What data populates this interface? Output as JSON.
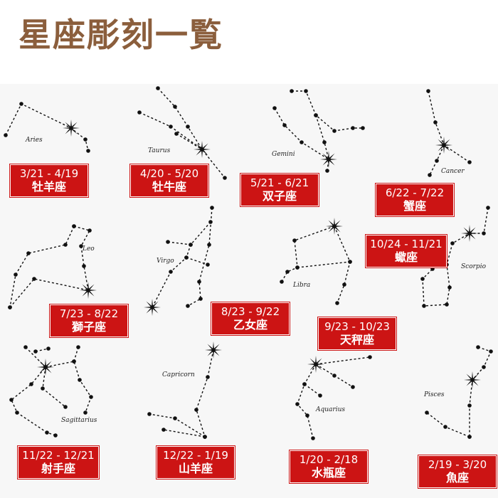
{
  "title": "星座彫刻一覧",
  "colors": {
    "title": "#8b5e3c",
    "label_bg": "#cc1414",
    "label_text": "#ffffff",
    "stars": "#111111"
  },
  "signs": [
    {
      "id": "aries",
      "latin": "Aries",
      "dates": "3/21 - 4/19",
      "kanji": "牡羊座"
    },
    {
      "id": "taurus",
      "latin": "Taurus",
      "dates": "4/20 - 5/20",
      "kanji": "牡牛座"
    },
    {
      "id": "gemini",
      "latin": "Gemini",
      "dates": "5/21 - 6/21",
      "kanji": "双子座"
    },
    {
      "id": "cancer",
      "latin": "Cancer",
      "dates": "6/22 - 7/22",
      "kanji": "蟹座"
    },
    {
      "id": "leo",
      "latin": "Leo",
      "dates": "7/23 - 8/22",
      "kanji": "獅子座"
    },
    {
      "id": "virgo",
      "latin": "Virgo",
      "dates": "8/23 - 9/22",
      "kanji": "乙女座"
    },
    {
      "id": "libra",
      "latin": "Libra",
      "dates": "9/23 - 10/23",
      "kanji": "天秤座"
    },
    {
      "id": "scorpio",
      "latin": "Scorpio",
      "dates": "10/24 - 11/21",
      "kanji": "蠍座"
    },
    {
      "id": "sagittarius",
      "latin": "Sagittarius",
      "dates": "11/22 - 12/21",
      "kanji": "射手座"
    },
    {
      "id": "capricorn",
      "latin": "Capricorn",
      "dates": "12/22 - 1/19",
      "kanji": "山羊座"
    },
    {
      "id": "aquarius",
      "latin": "Aquarius",
      "dates": "1/20 - 2/18",
      "kanji": "水瓶座"
    },
    {
      "id": "pisces",
      "latin": "Pisces",
      "dates": "2/19 - 3/20",
      "kanji": "魚座"
    }
  ]
}
